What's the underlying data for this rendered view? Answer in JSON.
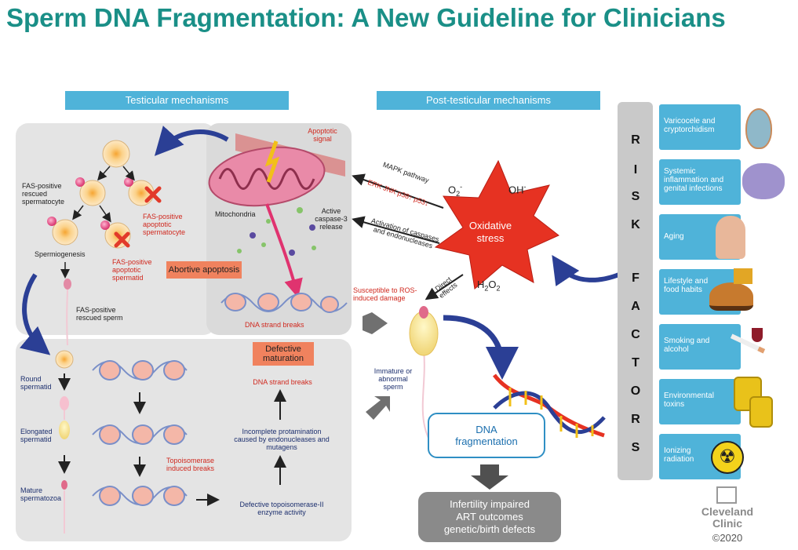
{
  "title": "Sperm DNA Fragmentation: A New Guideline for Clinicians",
  "headers": {
    "testicular": "Testicular mechanisms",
    "post_testicular": "Post-testicular mechanisms"
  },
  "upper_left": {
    "fas_rescued_spermatocyte": "FAS-positive rescued spermatocyte",
    "fas_apoptotic_spermatocyte": "FAS-positive apoptotic spermatocyte",
    "spermiogenesis": "Spermiogenesis",
    "fas_apoptotic_spermatid": "FAS-positive apoptotic spermatid",
    "fas_rescued_sperm": "FAS-positive rescued sperm",
    "apoptotic_signal": "Apoptotic signal",
    "mitochondria": "Mitochondria",
    "active_caspase": "Active caspase-3 release",
    "dna_strand_breaks": "DNA strand breaks",
    "abortive_apoptosis": "Abortive apoptosis"
  },
  "lower_left": {
    "round_spermatid": "Round spermatid",
    "elongated_spermatid": "Elongated spermatid",
    "mature_spermatozoa": "Mature spermatozoa",
    "topoisomerase_breaks": "Topoisomerase induced breaks",
    "defective_maturation": "Defective maturation",
    "dna_strand_breaks": "DNA strand breaks",
    "incomplete_protamination": "Incomplete protamination caused by endonucleases and mutagens",
    "defective_topo": "Defective topoisomerase-II enzyme activity"
  },
  "oxidative": {
    "label": "Oxidative stress",
    "o2": "O",
    "o2_sub": "2",
    "o2_sup": "-",
    "oh": "OH",
    "oh_sup": "-",
    "h2o2": "H",
    "h2o2_sub1": "2",
    "h2o2_o": "O",
    "h2o2_sub2": "2",
    "mapk": "MAPK pathway",
    "erk": "ERK JNK p38↑ p53↓",
    "activation": "Activation of caspases and endonucleases",
    "direct": "Direct effects",
    "susceptible": "Susceptible to ROS-induced damage",
    "immature": "Immature or abnormal sperm"
  },
  "dna_fragmentation": "DNA fragmentation",
  "outcome": [
    "Infertility impaired",
    "ART outcomes",
    "genetic/birth defects"
  ],
  "risk_letters": [
    "R",
    "I",
    "S",
    "K",
    "",
    "F",
    "A",
    "C",
    "T",
    "O",
    "R",
    "S"
  ],
  "risk_factors": [
    "Varicocele and cryptorchidism",
    "Systemic inflammation and genital infections",
    "Aging",
    "Lifestyle and food habits",
    "Smoking and alcohol",
    "Environmental toxins",
    "Ionizing radiation"
  ],
  "logo": {
    "line1": "Cleveland",
    "line2": "Clinic",
    "copyright": "©2020"
  },
  "colors": {
    "title": "#1a8f87",
    "header": "#4fb3d9",
    "star": "#e63222",
    "navy_arrow": "#2b3f95",
    "panel": "#e4e4e4"
  }
}
